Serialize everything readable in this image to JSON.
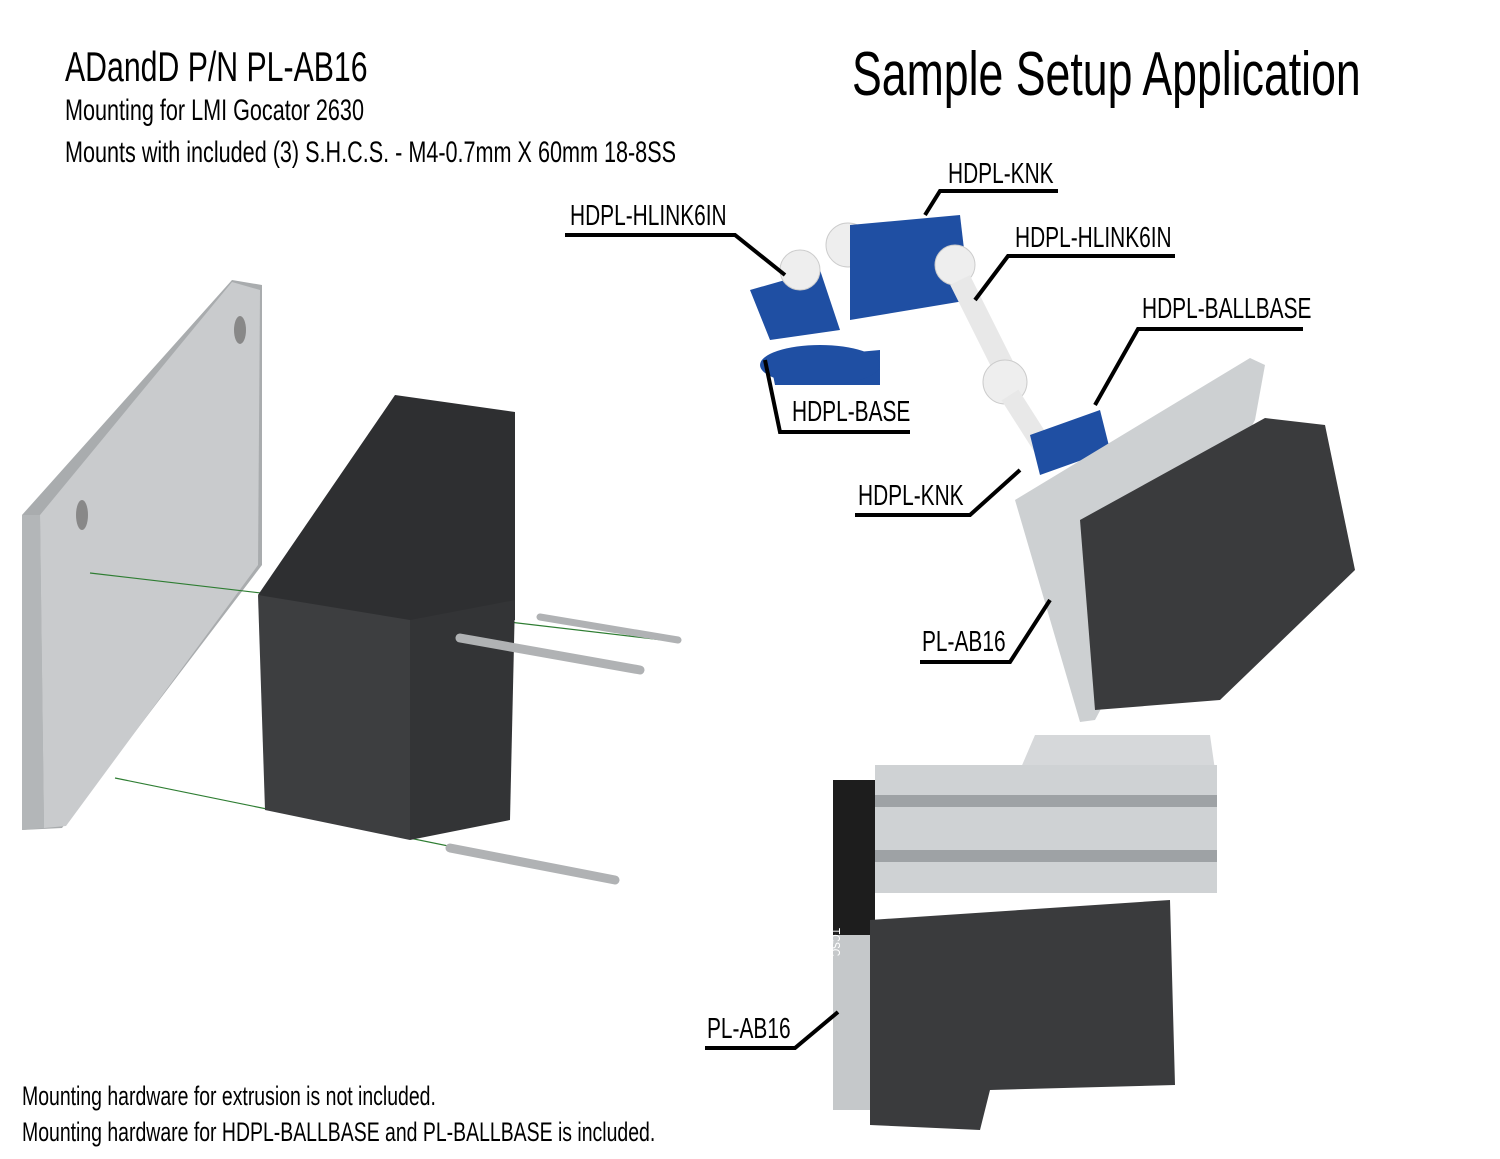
{
  "header": {
    "title": "ADandD P/N PL-AB16",
    "subtitle": "Mounting for LMI Gocator 2630",
    "hardware_line": "Mounts with included (3) S.H.C.S. - M4-0.7mm X 60mm 18-8SS"
  },
  "sample_heading": "Sample Setup Application",
  "callouts": [
    "HDPL-KNK",
    "HDPL-HLINK6IN",
    "HDPL-HLINK6IN",
    "HDPL-BALLBASE",
    "HDPL-BASE",
    "HDPL-KNK",
    "PL-AB16",
    "PL-AB16"
  ],
  "extrusion_plate_text": "TCSC",
  "notes": [
    "Mounting hardware for extrusion is not included.",
    "Mounting hardware for HDPL-BALLBASE and PL-BALLBASE is included."
  ],
  "colors": {
    "plate": "#c9cbcd",
    "sensor": "#3d3e40",
    "arm_blue": "#1f4fa3",
    "arm_white": "#eeeeee",
    "guide": "#2e7d32"
  }
}
